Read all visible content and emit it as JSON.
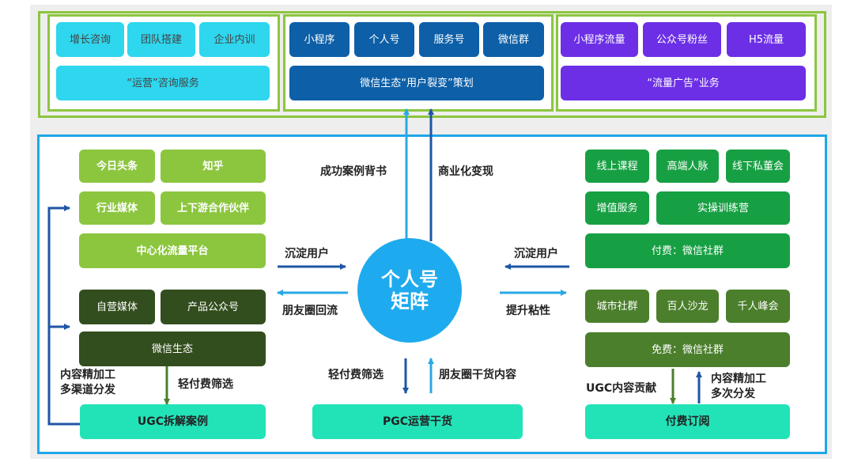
{
  "top": {
    "consult": {
      "items": [
        "增长咨询",
        "团队搭建",
        "企业内训"
      ],
      "main": "“运营”咨询服务"
    },
    "wechat": {
      "items": [
        "小程序",
        "个人号",
        "服务号",
        "微信群"
      ],
      "main": "微信生态“用户裂变”策划"
    },
    "traffic": {
      "items": [
        "小程序流量",
        "公众号粉丝",
        "H5流量"
      ],
      "main": "“流量广告”业务"
    }
  },
  "left": {
    "platforms": [
      "今日头条",
      "知乎",
      "行业媒体",
      "上下游合作伙伴"
    ],
    "platform_main": "中心化流量平台",
    "own": [
      "自营媒体",
      "产品公众号"
    ],
    "own_main": "微信生态",
    "ugc": "UGC拆解案例"
  },
  "right": {
    "paid": [
      "线上课程",
      "高端人脉",
      "线下私董会",
      "增值服务",
      "实操训练营"
    ],
    "paid_main": "付费：微信社群",
    "free": [
      "城市社群",
      "百人沙龙",
      "千人峰会"
    ],
    "free_main": "免费：微信社群",
    "subscription": "付费订阅"
  },
  "center": {
    "hub_line1": "个人号",
    "hub_line2": "矩阵",
    "pgc": "PGC运营干货"
  },
  "labels": {
    "case_endorse": "成功案例背书",
    "monetize": "商业化变现",
    "settle_left": "沉淀用户",
    "moments_back": "朋友圈回流",
    "settle_right": "沉淀用户",
    "stickiness": "提升粘性",
    "light_pay_left": "轻付费筛选",
    "content_left_1": "内容精加工",
    "content_left_2": "多渠道分发",
    "light_pay_center": "轻付费筛选",
    "moments_dry": "朋友圈干货内容",
    "ugc_contrib": "UGC内容贡献",
    "content_right_1": "内容精加工",
    "content_right_2": "多次分发"
  },
  "colors": {
    "top_frame": "#8cc63f",
    "bottom_frame": "#1ea7e8",
    "hub": "#1eaaee"
  }
}
